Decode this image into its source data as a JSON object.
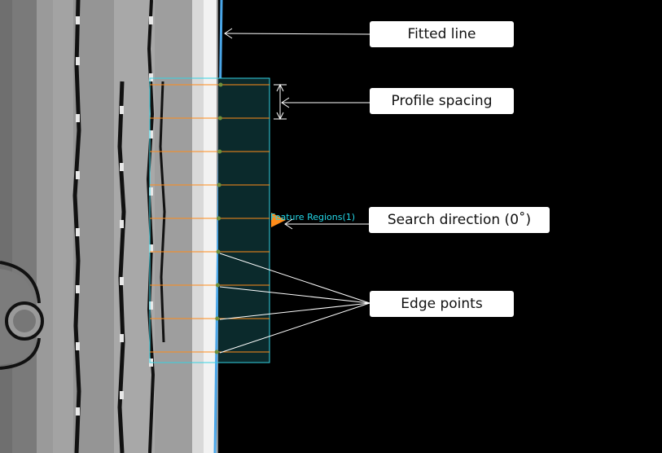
{
  "annotations": {
    "fitted_line": "Fitted line",
    "profile_spacing": "Profile spacing",
    "search_direction": "Search direction (0˚)",
    "edge_points": "Edge points"
  },
  "roi": {
    "label": "Feature Regions(1)",
    "profile_count": 9
  },
  "colors": {
    "roi_outline": "#35d3e3",
    "profile_line": "#ff8c1a",
    "edge_point": "#6f8f3a",
    "fitted_line": "#4aa6e8",
    "search_arrow": "#ff8c1a",
    "roi_fill": "#0b2a2c"
  }
}
